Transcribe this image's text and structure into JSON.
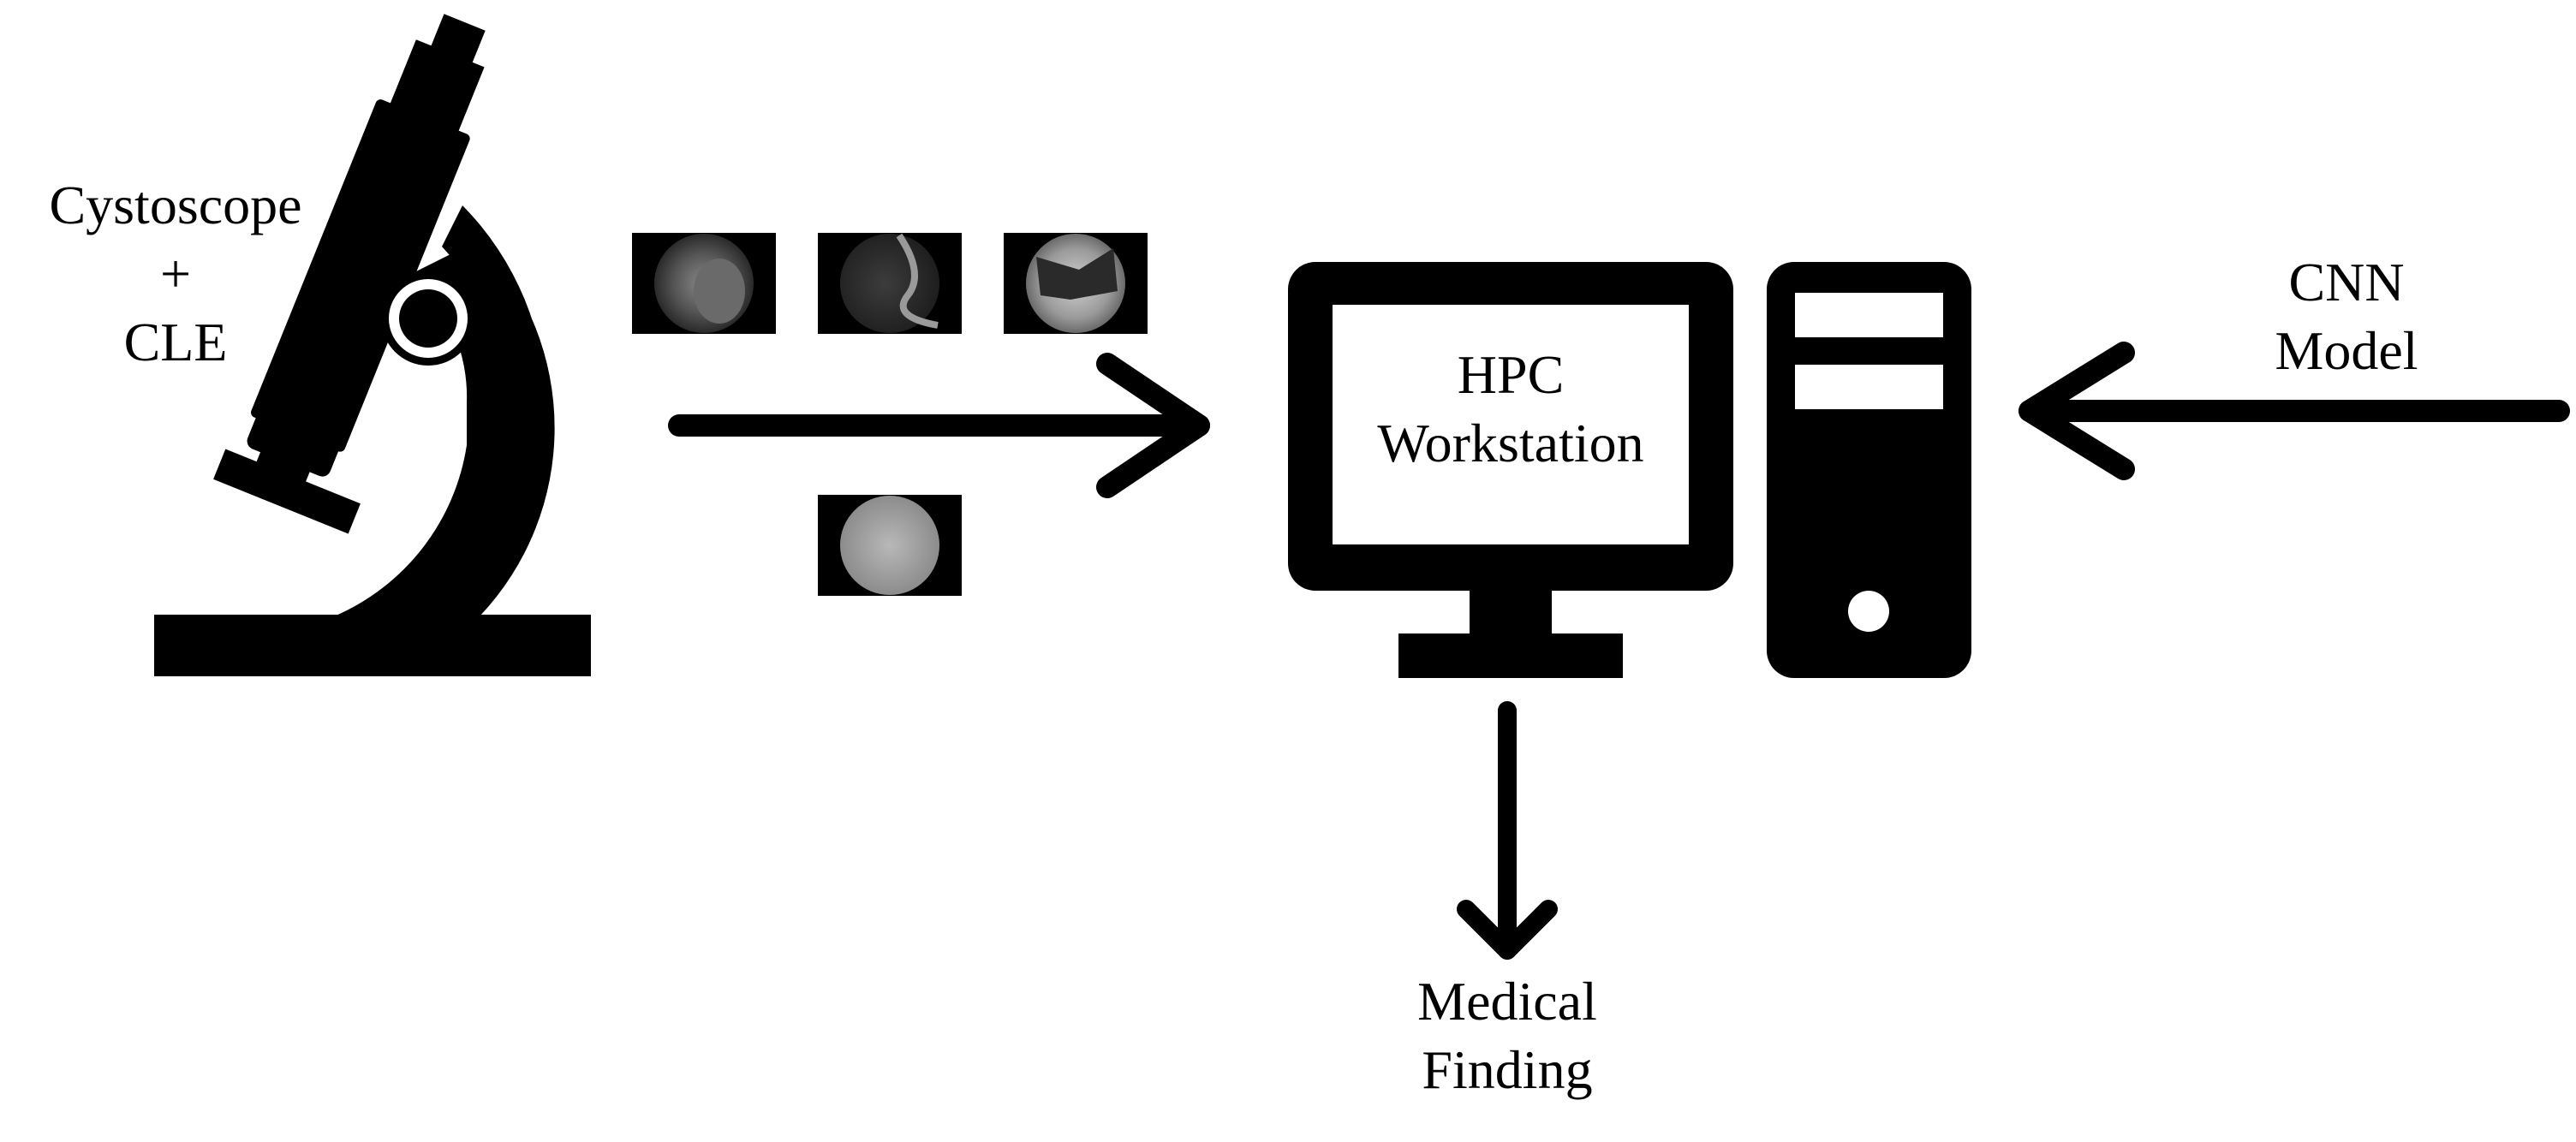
{
  "input_label": {
    "line1": "Cystoscope",
    "line2": "+",
    "line3": "CLE"
  },
  "workstation_label": {
    "line1": "HPC",
    "line2": "Workstation"
  },
  "model_label": {
    "line1": "CNN",
    "line2": "Model"
  },
  "output_label": {
    "line1": "Medical",
    "line2": "Finding"
  },
  "icons": {
    "input_device": "microscope-icon",
    "monitor": "monitor-icon",
    "tower": "computer-tower-icon"
  },
  "colors": {
    "foreground": "#000000",
    "background": "#ffffff"
  }
}
